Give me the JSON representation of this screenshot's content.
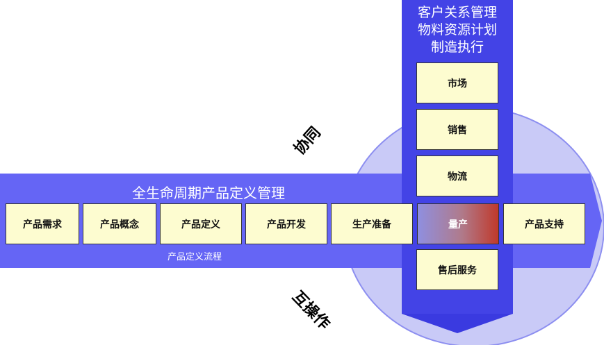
{
  "colors": {
    "bar": "#6565f5",
    "column": "#4343e6",
    "arrow_head": "#3a3ae0",
    "ellipse": "#c9caf7",
    "ellipse_border": "#8d8ff0",
    "box_fill": "#fdfcd0"
  },
  "vertical": {
    "titles": [
      "客户关系管理",
      "物料资源计划",
      "制造执行"
    ],
    "items": [
      "市场",
      "销售",
      "物流"
    ],
    "after_items": [
      "售后服务"
    ]
  },
  "horizontal": {
    "title": "全生命周期产品定义管理",
    "sub_label": "产品定义流程",
    "steps": [
      "产品需求",
      "产品概念",
      "产品定义",
      "产品开发",
      "生产准备",
      "量产",
      "产品支持"
    ]
  },
  "rotated_labels": {
    "collaboration": "协同",
    "interop": "互操作"
  }
}
